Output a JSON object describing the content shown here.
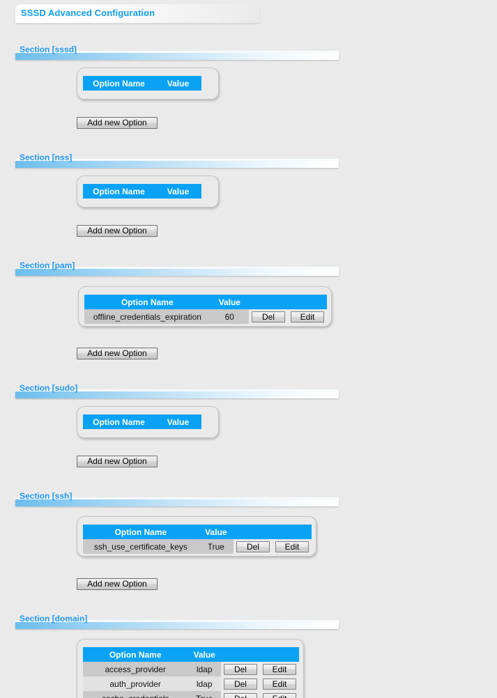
{
  "page": {
    "title": "SSSD Advanced Configuration",
    "background_color": "#eaeaea",
    "accent_color": "#0aa2f5",
    "label_color": "#2299ee"
  },
  "table_headers": {
    "option_name": "Option Name",
    "value": "Value"
  },
  "buttons": {
    "add_new_option": "Add new Option",
    "del": "Del",
    "edit": "Edit"
  },
  "sections": [
    {
      "label": "Section [sssd]",
      "rows": []
    },
    {
      "label": "Section [nss]",
      "rows": []
    },
    {
      "label": "Section [pam]",
      "rows": [
        {
          "name": "offline_credentials_expiration",
          "value": "60"
        }
      ]
    },
    {
      "label": "Section [sudo]",
      "rows": []
    },
    {
      "label": "Section [ssh]",
      "rows": [
        {
          "name": "ssh_use_certificate_keys",
          "value": "True"
        }
      ]
    },
    {
      "label": "Section [domain]",
      "rows": [
        {
          "name": "access_provider",
          "value": "ldap"
        },
        {
          "name": "auth_provider",
          "value": "ldap"
        },
        {
          "name": "cache_credentials",
          "value": "True"
        }
      ]
    }
  ],
  "layout": {
    "section_tops": [
      64,
      219,
      374,
      550,
      705,
      881
    ],
    "panel_tops": [
      97,
      252,
      411,
      583,
      741,
      917
    ],
    "panel_lefts": [
      110,
      110,
      112,
      110,
      110,
      110
    ],
    "panel_widths": [
      204,
      204,
      364,
      204,
      344,
      326
    ],
    "panel_heights": [
      46,
      46,
      58,
      46,
      58,
      100
    ],
    "add_button_tops": [
      168,
      323,
      499,
      654,
      830
    ]
  }
}
